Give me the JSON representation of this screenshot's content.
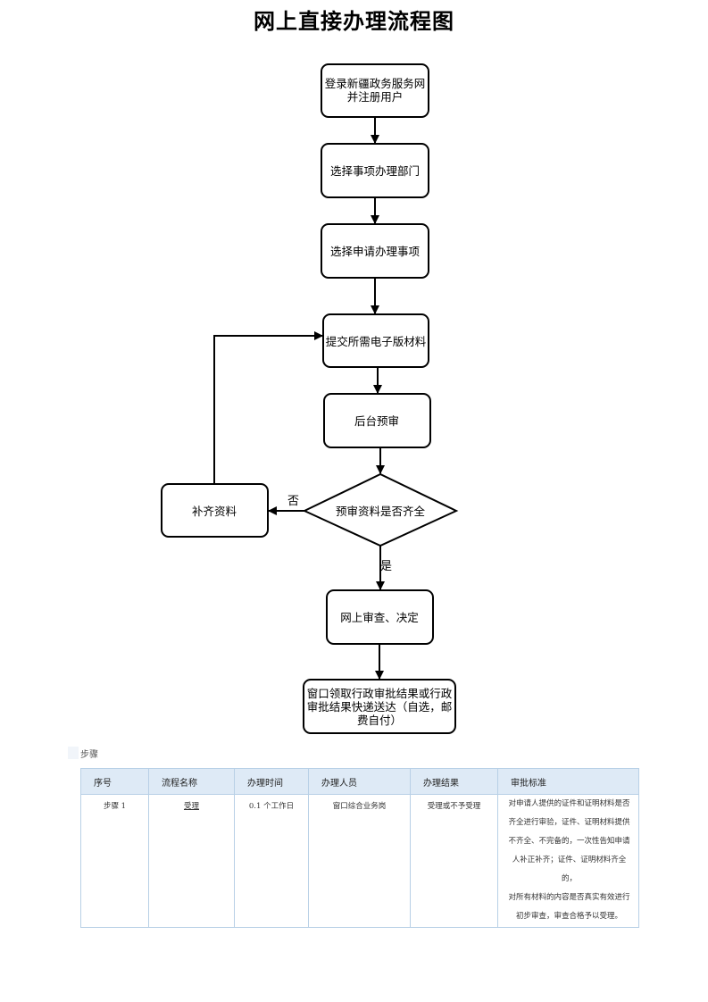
{
  "title": "网上直接办理流程图",
  "flowchart": {
    "nodes": {
      "login": [
        "登录新疆政务服务网",
        "并注册用户"
      ],
      "select_dept": [
        "选择事项办理部门"
      ],
      "select_item": [
        "选择申请办理事项"
      ],
      "submit": [
        "提交所需电子版材料"
      ],
      "pre_review": [
        "后台预审"
      ],
      "decision": [
        "预审资料是否齐全"
      ],
      "supplement": [
        "补齐资料"
      ],
      "online_review": [
        "网上审查、决定"
      ],
      "collect": [
        "窗口领取行政审批结果或行政",
        "审批结果快递送达（自选，邮",
        "费自付）"
      ]
    },
    "labels": {
      "no": "否",
      "yes": "是"
    }
  },
  "steps_section": {
    "label": "步骤",
    "headers": [
      "序号",
      "流程名称",
      "办理时间",
      "办理人员",
      "办理结果",
      "审批标准"
    ],
    "rows": [
      {
        "index": "步骤 1",
        "name": "受理",
        "time": "0.1 个工作日",
        "staff": "窗口综合业务岗",
        "result": "受理或不予受理",
        "criteria": [
          "对申请人提供的证件和证明材料是否",
          "齐全进行审验，证件、证明材料提供",
          "不齐全、不完备的，一次性告知申请",
          "人补正补齐；证件、证明材料齐全的，",
          "对所有材料的内容是否真实有效进行",
          "初步审查，审查合格予以受理。"
        ]
      }
    ]
  }
}
